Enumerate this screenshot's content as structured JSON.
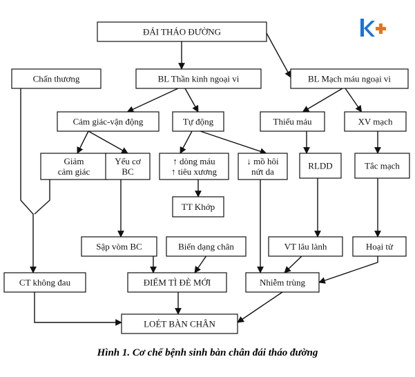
{
  "logo": {
    "text": "k+",
    "color_k": "#1a73d9",
    "color_plus": "#e8731c"
  },
  "caption": "Hình 1. Cơ chế bệnh sinh bàn chân đái tháo đường",
  "nodes": {
    "dtd": [
      "ĐÁI THÁO ĐƯỜNG"
    ],
    "chan_thuong": [
      "Chấn thương"
    ],
    "bl_tkng": [
      "BL Thần kinh ngoại vi"
    ],
    "bl_mmnv": [
      "BL Mạch máu ngoại vi"
    ],
    "cg_vd": [
      "Cảm giác-vận động"
    ],
    "tu_dong": [
      "Tự động"
    ],
    "thieu_mau": [
      "Thiếu máu"
    ],
    "xv_mach": [
      "XV mạch"
    ],
    "giam_cg": [
      "Giảm",
      "cảm giác"
    ],
    "yeu_co": [
      "Yếu cơ",
      "BC"
    ],
    "dong_mau": [
      "↑ dòng máu",
      "↑ tiêu xương"
    ],
    "mo_hoi": [
      "↓ mồ hôi",
      "nứt da"
    ],
    "rldd": [
      "RLDD"
    ],
    "tac_mach": [
      "Tắc mạch"
    ],
    "tt_khop": [
      "TT Khớp"
    ],
    "sap_vom": [
      "Sập vòm BC"
    ],
    "bien_dang": [
      "Biến dạng chân"
    ],
    "vt_lau_lanh": [
      "VT lâu lành"
    ],
    "hoai_tu": [
      "Hoại tử"
    ],
    "ct_khong_dau": [
      "CT không đau"
    ],
    "diem_ti_de": [
      "ĐIỂM TÌ ĐÈ MỚI"
    ],
    "nhiem_trung": [
      "Nhiễm trùng"
    ],
    "loet": [
      "LOÉT BÀN CHÂN"
    ]
  },
  "edges": [
    [
      "dtd",
      "bl_tkng"
    ],
    [
      "dtd",
      "bl_mmnv"
    ],
    [
      "bl_tkng",
      "cg_vd"
    ],
    [
      "bl_tkng",
      "tu_dong"
    ],
    [
      "bl_mmnv",
      "thieu_mau"
    ],
    [
      "bl_mmnv",
      "xv_mach"
    ],
    [
      "cg_vd",
      "giam_cg"
    ],
    [
      "cg_vd",
      "yeu_co"
    ],
    [
      "tu_dong",
      "dong_mau"
    ],
    [
      "tu_dong",
      "mo_hoi"
    ],
    [
      "thieu_mau",
      "rldd"
    ],
    [
      "xv_mach",
      "tac_mach"
    ],
    [
      "dong_mau",
      "tt_khop"
    ],
    [
      "yeu_co",
      "sap_vom"
    ],
    [
      "rldd",
      "vt_lau_lanh"
    ],
    [
      "tac_mach",
      "hoai_tu"
    ],
    [
      "chan_thuong",
      "ct_khong_dau"
    ],
    [
      "giam_cg",
      "ct_khong_dau"
    ],
    [
      "sap_vom",
      "diem_ti_de"
    ],
    [
      "bien_dang",
      "diem_ti_de"
    ],
    [
      "mo_hoi",
      "nhiem_trung"
    ],
    [
      "vt_lau_lanh",
      "nhiem_trung"
    ],
    [
      "hoai_tu",
      "nhiem_trung"
    ],
    [
      "ct_khong_dau",
      "loet"
    ],
    [
      "diem_ti_de",
      "loet"
    ],
    [
      "nhiem_trung",
      "loet"
    ]
  ]
}
